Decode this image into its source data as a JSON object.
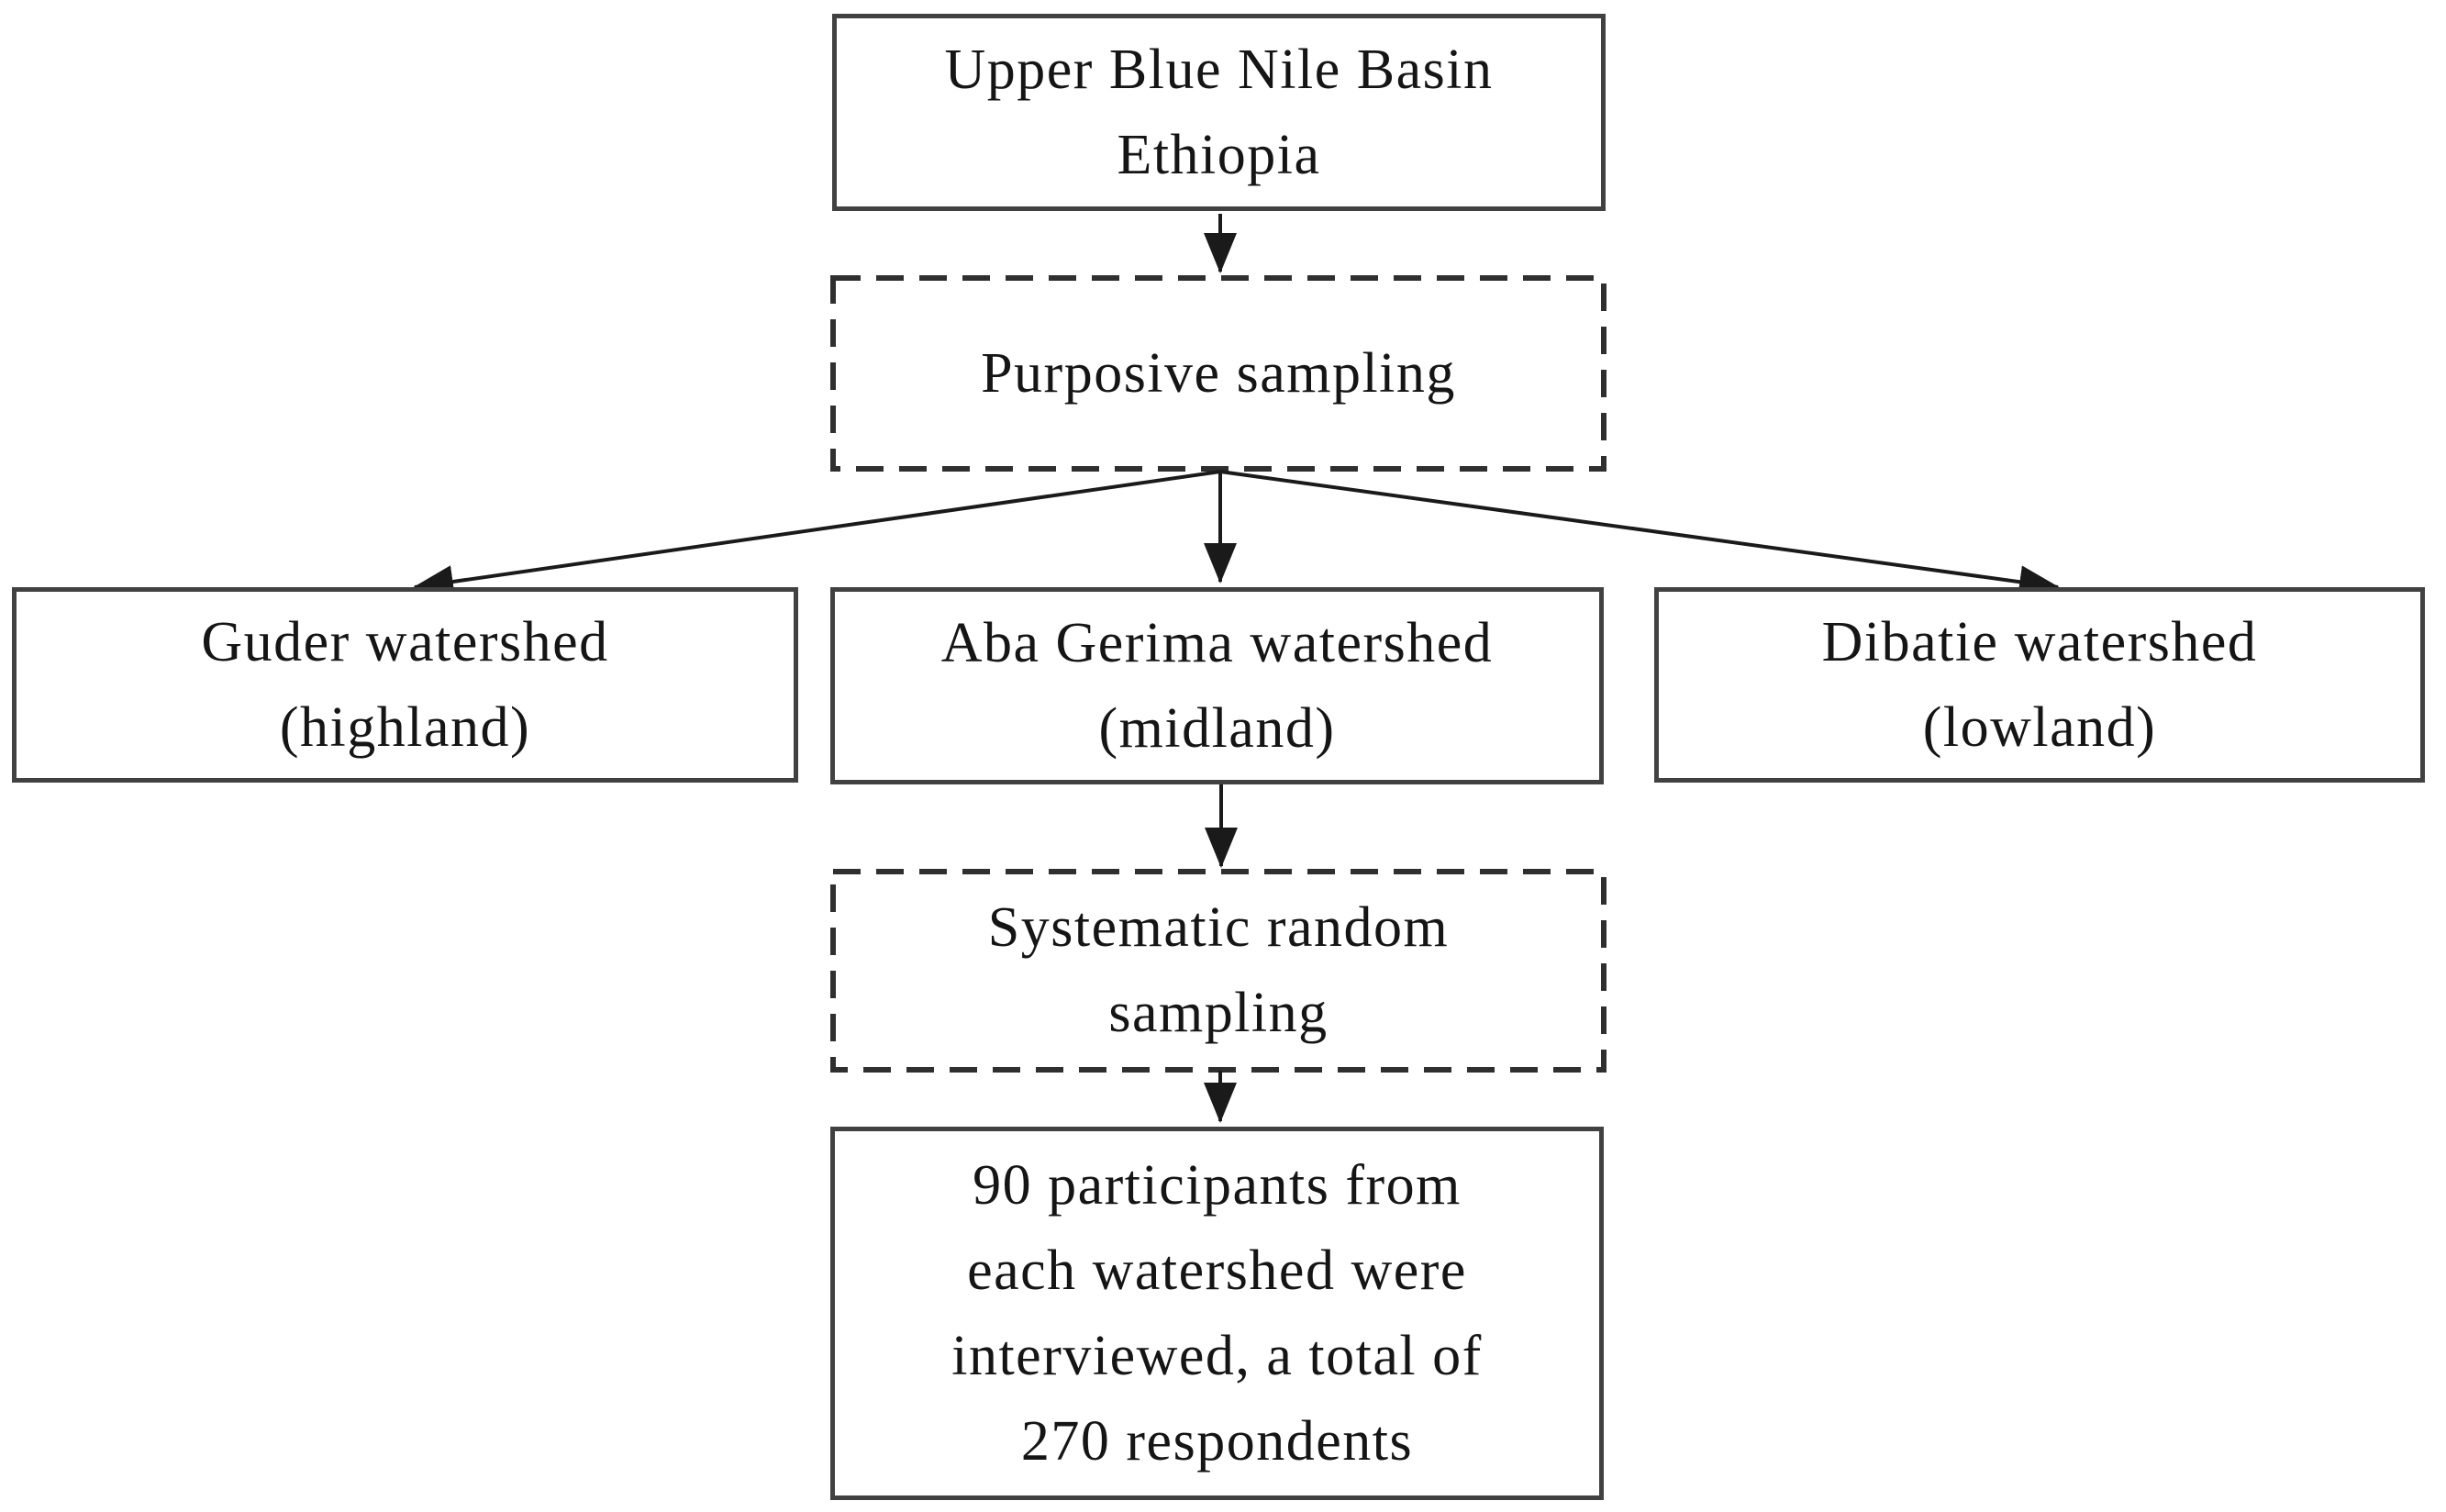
{
  "flowchart": {
    "description": "Sampling design flowchart for household survey in the Upper Blue Nile Basin",
    "colors": {
      "background": "#ffffff",
      "solid_border": "#414141",
      "dashed_border": "#2f2f2f",
      "connector": "#1a1a1a",
      "text": "#151515"
    },
    "nodes": [
      {
        "id": "basin",
        "text": "Upper Blue Nile Basin\nEthiopia",
        "border": "solid"
      },
      {
        "id": "purposive-sampling",
        "text": "Purposive sampling",
        "border": "dashed"
      },
      {
        "id": "guder",
        "text": "Guder watershed\n(highland)",
        "border": "solid"
      },
      {
        "id": "aba-gerima",
        "text": "Aba Gerima watershed\n(midland)",
        "border": "solid"
      },
      {
        "id": "dibatie",
        "text": "Dibatie watershed\n(lowland)",
        "border": "solid"
      },
      {
        "id": "systematic-sampling",
        "text": "Systematic random\nsampling",
        "border": "dashed"
      },
      {
        "id": "participants",
        "text": "90 participants from\neach watershed were\ninterviewed, a total of\n270 respondents",
        "border": "solid"
      }
    ],
    "edges": [
      {
        "from": "basin",
        "to": "purposive-sampling"
      },
      {
        "from": "purposive-sampling",
        "to": "guder"
      },
      {
        "from": "purposive-sampling",
        "to": "aba-gerima"
      },
      {
        "from": "purposive-sampling",
        "to": "dibatie"
      },
      {
        "from": "aba-gerima",
        "to": "systematic-sampling"
      },
      {
        "from": "systematic-sampling",
        "to": "participants"
      }
    ]
  }
}
